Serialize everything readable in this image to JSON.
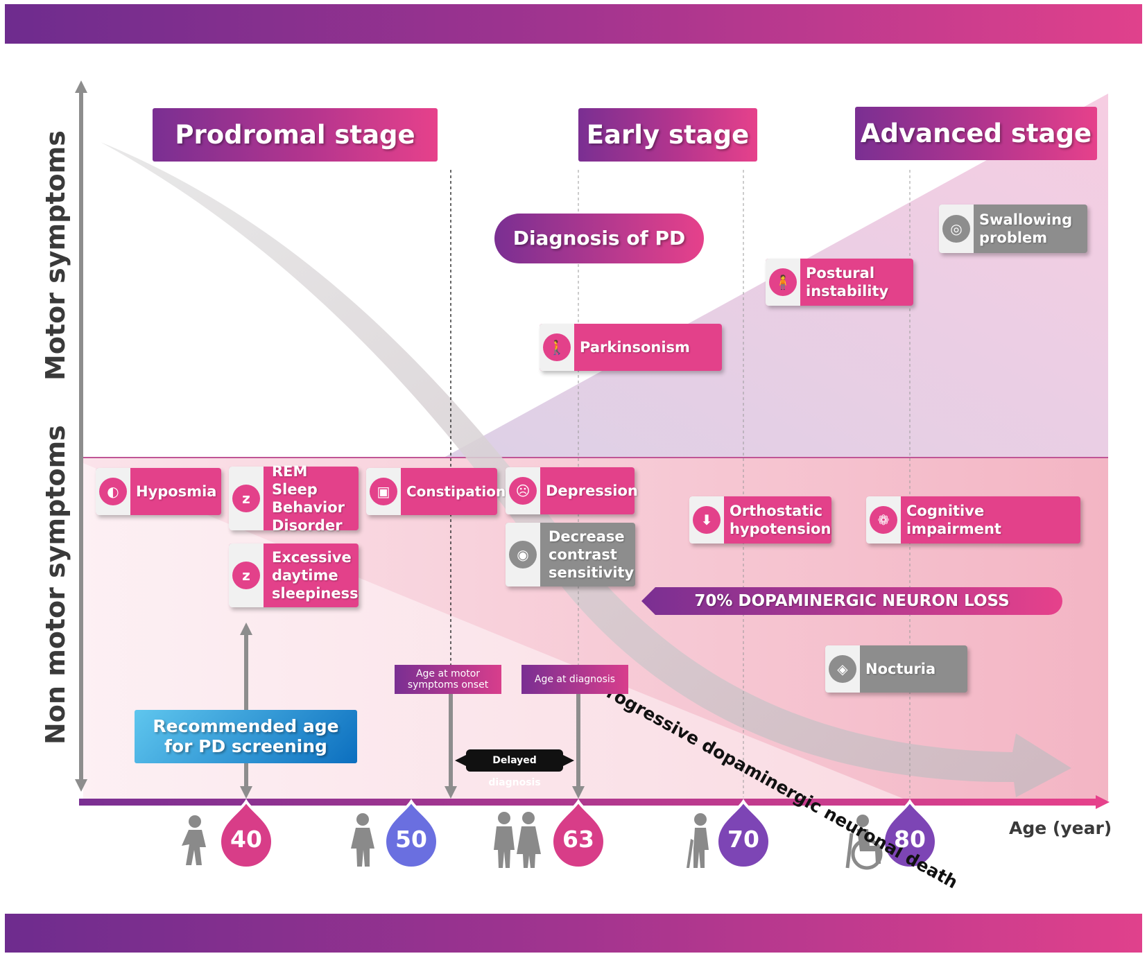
{
  "stages": {
    "prodromal": "Prodromal stage",
    "early": "Early stage",
    "advanced": "Advanced stage"
  },
  "axes": {
    "motor": "Motor symptoms",
    "non_motor": "Non motor symptoms",
    "age": "Age (year)"
  },
  "diagnosis": "Diagnosis of PD",
  "motor_symptoms": {
    "parkinsonism": "Parkinsonism",
    "postural_1": "Postural",
    "postural_2": "instability",
    "swallowing_1": "Swallowing",
    "swallowing_2": "problem"
  },
  "non_motor_symptoms": {
    "hyposmia": "Hyposmia",
    "rem_1": "REM Sleep",
    "rem_2": "Behavior",
    "rem_3": "Disorder",
    "eds_1": "Excessive",
    "eds_2": "daytime",
    "eds_3": "sleepiness",
    "constipation": "Constipation",
    "depression": "Depression",
    "contrast_1": "Decrease",
    "contrast_2": "contrast",
    "contrast_3": "sensitivity",
    "ortho_1": "Orthostatic",
    "ortho_2": "hypotension",
    "cognitive": "Cognitive impairment",
    "nocturia": "Nocturia"
  },
  "neuron_loss": "70% DOPAMINERGIC NEURON LOSS",
  "progressive": "Progressive dopaminergic neuronal death",
  "labels": {
    "motor_onset_1": "Age at motor",
    "motor_onset_2": "symptoms onset",
    "age_diagnosis": "Age at diagnosis",
    "delayed": "Delayed diagnosis",
    "screening_1": "Recommended age",
    "screening_2": "for PD screening"
  },
  "ages": [
    {
      "value": "40",
      "color": "#d83d88"
    },
    {
      "value": "50",
      "color": "#6a6fe0"
    },
    {
      "value": "63",
      "color": "#d83d88"
    },
    {
      "value": "70",
      "color": "#7d45b5"
    },
    {
      "value": "80",
      "color": "#7d45b5"
    }
  ],
  "icons": {
    "hyposmia": "nose-icon",
    "rem": "sleep-icon",
    "eds": "drowsy-icon",
    "constipation": "toilet-icon",
    "depression": "sad-person-icon",
    "contrast": "eye-icon",
    "ortho": "arrow-down-icon",
    "cognitive": "brain-icon",
    "nocturia": "bladder-icon",
    "parkinsonism": "walking-person-icon",
    "postural": "elderly-person-icon",
    "swallowing": "swallow-icon"
  }
}
